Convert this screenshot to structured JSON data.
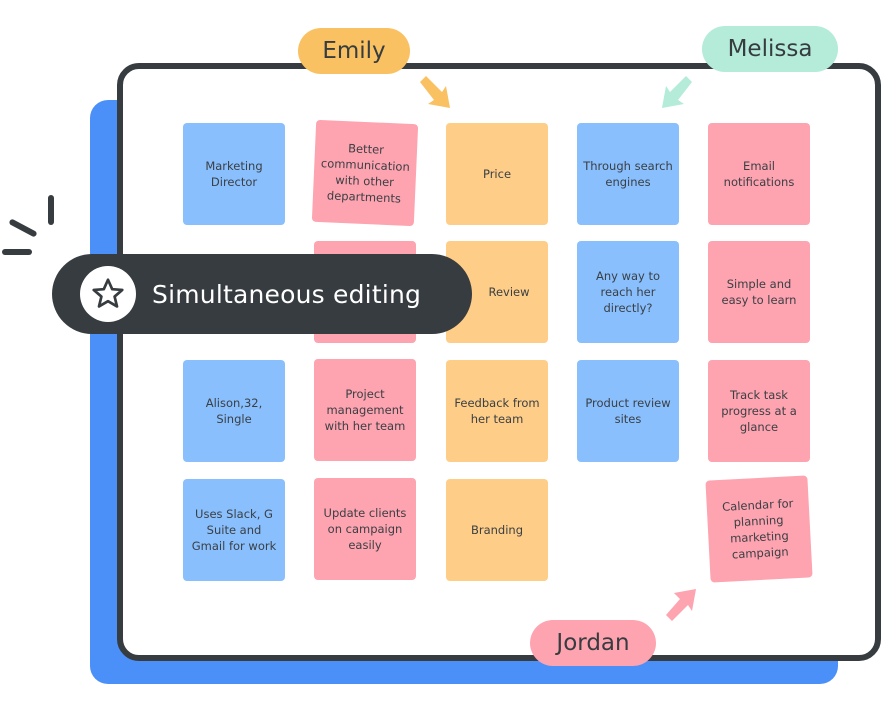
{
  "colors": {
    "blue_note": "#89bffd",
    "pink_note": "#fea3b0",
    "orange_note": "#fecd87",
    "board_border": "#363c3f",
    "back_panel": "#4a90f8",
    "emily": "#f9c162",
    "melissa": "#b4ebd9",
    "jordan": "#fea3b0"
  },
  "collaborators": {
    "emily": "Emily",
    "melissa": "Melissa",
    "jordan": "Jordan"
  },
  "feature_badge": {
    "icon": "star-icon",
    "label": "Simultaneous editing"
  },
  "notes": {
    "col1": [
      "Marketing Director",
      "",
      "Alison,32, Single",
      "Uses Slack, G Suite and Gmail for work"
    ],
    "col2": [
      "Better communication with other departments",
      "",
      "Project management with her team",
      "Update clients on campaign easily"
    ],
    "col3": [
      "Price",
      "Review",
      "Feedback from her team",
      "Branding"
    ],
    "col4": [
      "Through search engines",
      "Any way to reach her directly?",
      "Product review sites"
    ],
    "col5": [
      "Email notifications",
      "Simple and easy to learn",
      "Track task progress at a glance",
      "Calendar for planning marketing campaign"
    ]
  }
}
